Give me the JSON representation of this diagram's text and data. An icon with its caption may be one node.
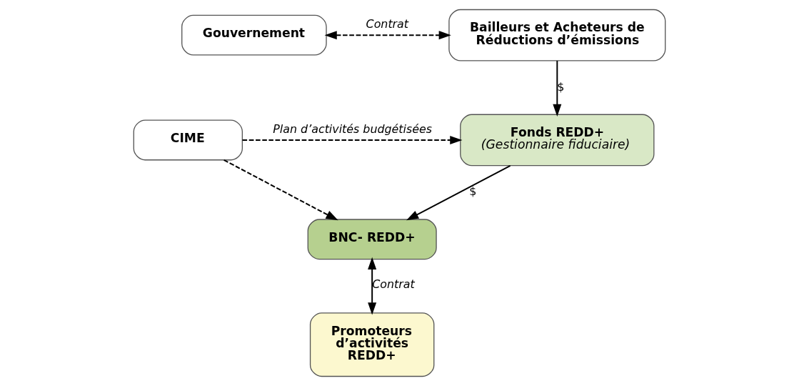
{
  "diagram": {
    "nodes": [
      {
        "text": [
          "Gouvernement"
        ]
      },
      {
        "text": [
          "Bailleurs et Acheteurs de Réductions d’émissions"
        ]
      },
      {
        "text": [
          "CIME"
        ]
      },
      {
        "text": [
          "Fonds REDD+",
          "(Gestionnaire fiduciaire)"
        ]
      },
      {
        "text": [
          "BNC- REDD+"
        ]
      },
      {
        "text": [
          "Promoteurs d’activités REDD+"
        ]
      }
    ],
    "edges": [
      {
        "from": 0,
        "to": 1,
        "arrow": "both",
        "style": "dashed",
        "label": "Contrat"
      },
      {
        "from": 2,
        "to": 3,
        "arrow": "to",
        "style": "dashed",
        "label": "Plan d’activités budgétisées"
      },
      {
        "from": 2,
        "to": 4,
        "arrow": "to",
        "style": "dashed"
      },
      {
        "from": 1,
        "to": 3,
        "arrow": "to",
        "label": "$"
      },
      {
        "from": 3,
        "to": 4,
        "arrow": "to",
        "label": "$"
      },
      {
        "from": 4,
        "to": 5,
        "arrow": "both",
        "label": "Contrat"
      }
    ]
  }
}
